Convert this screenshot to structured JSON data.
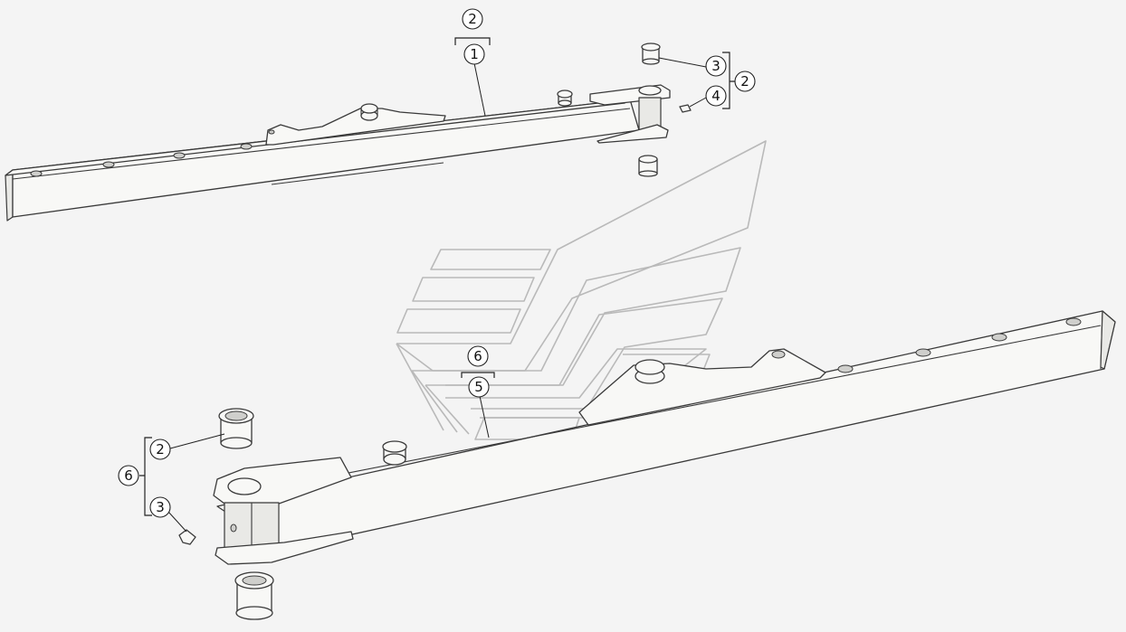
{
  "callouts": {
    "top_group": "2",
    "top_beam": "1",
    "top_bushing": "3",
    "top_group_right": "2",
    "top_nipple": "4",
    "middle_group": "6",
    "middle_part": "5",
    "bottom_bushing": "2",
    "bottom_group": "6",
    "bottom_nipple": "3"
  },
  "colors": {
    "line": "#3a3a3a",
    "fill": "#f8f8f6",
    "watermark": "#b9b9b9",
    "background": "#f4f4f4"
  }
}
